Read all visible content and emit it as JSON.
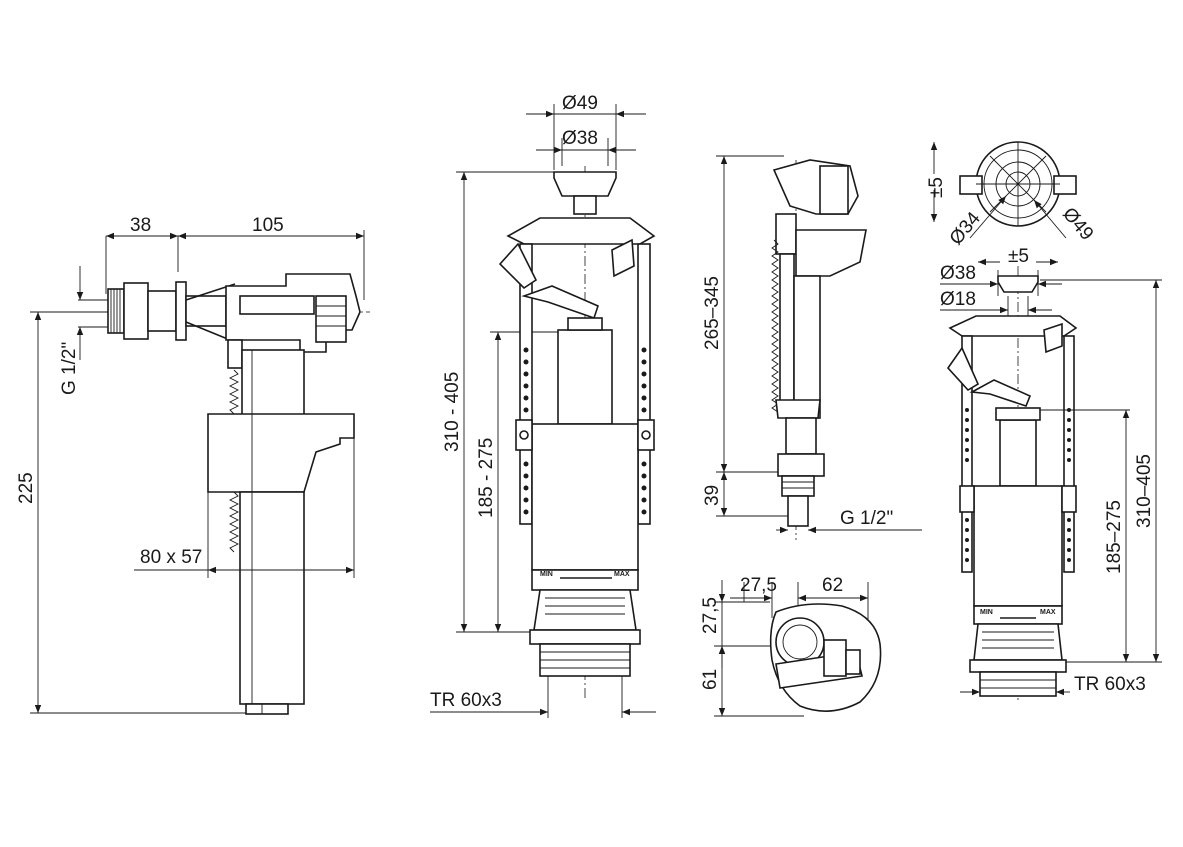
{
  "valve": {
    "dim_left": "38",
    "dim_top": "105",
    "thread": "G 1/2\"",
    "height": "225",
    "float": "80 x 57"
  },
  "flush_valve": {
    "outer_button": "Ø49",
    "inner_button": "Ø38",
    "total_height": "310 - 405",
    "overflow_height": "185 - 275",
    "base_thread": "TR 60x3",
    "min_label": "MIN",
    "max_label": "MAX"
  },
  "side_valve": {
    "height": "265–345",
    "bottom": "39",
    "thread": "G 1/2\""
  },
  "top_view": {
    "d1": "27,5",
    "d2": "62",
    "h1": "27,5",
    "h2": "61"
  },
  "button_view": {
    "offset_v": "±5",
    "d_small": "Ø34",
    "d_large": "Ø49"
  },
  "right_valve": {
    "offset_h": "±5",
    "d38": "Ø38",
    "d18": "Ø18",
    "overflow": "185–275",
    "total": "310–405",
    "base_thread": "TR 60x3",
    "min_label": "MIN",
    "max_label": "MAX"
  }
}
